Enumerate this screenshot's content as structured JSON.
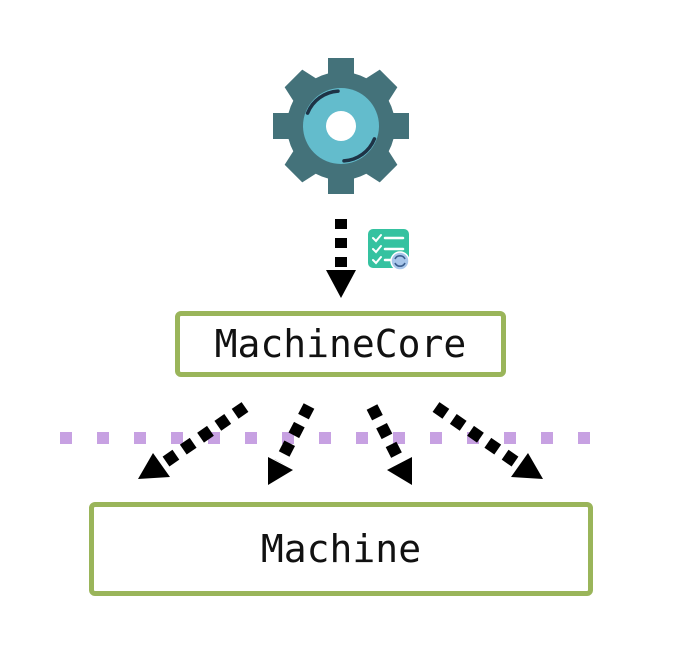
{
  "nodes": {
    "core": {
      "label": "MachineCore"
    },
    "machine": {
      "label": "Machine"
    }
  },
  "icons": {
    "top": "gear-icon",
    "edge_badge": "checklist-sync-icon"
  },
  "edges": [
    {
      "from": "gear-icon",
      "to": "MachineCore",
      "style": "dashed"
    },
    {
      "from": "MachineCore",
      "to": "Machine",
      "style": "dashed"
    },
    {
      "from": "MachineCore",
      "to": "Machine",
      "style": "dashed"
    },
    {
      "from": "MachineCore",
      "to": "Machine",
      "style": "dashed"
    },
    {
      "from": "MachineCore",
      "to": "Machine",
      "style": "dashed"
    }
  ],
  "boundary": {
    "style": "dotted"
  },
  "colors": {
    "node_border": "#9ab55a",
    "gear_outer": "#44727a",
    "gear_inner": "#63bccc",
    "gear_arc": "#1e3346",
    "checklist": "#35c2a0",
    "sync_badge": "#a8c6ea",
    "boundary": "#c7a1e2",
    "arrow": "#000000"
  }
}
